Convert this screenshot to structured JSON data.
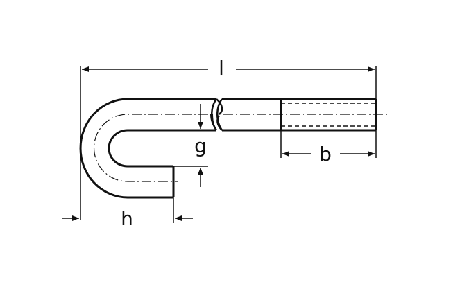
{
  "labels": {
    "length": "l",
    "thread_length": "b",
    "gap": "g",
    "hook_width": "h"
  },
  "colors": {
    "line": "#111111",
    "background": "#ffffff"
  }
}
